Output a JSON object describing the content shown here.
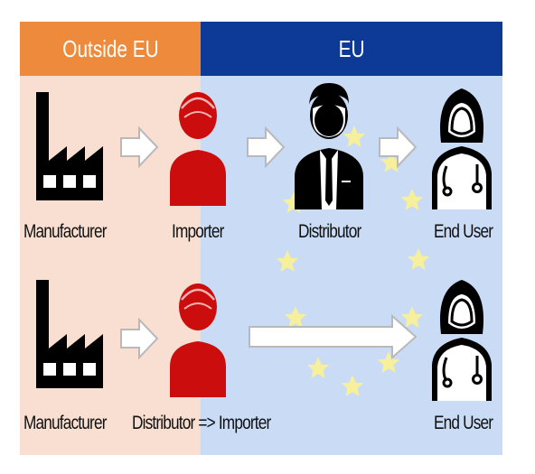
{
  "header": {
    "outside_label": "Outside EU",
    "eu_label": "EU"
  },
  "colors": {
    "outside_header": "#ee8a3c",
    "eu_header": "#0d3a96",
    "outside_bg": "#f8dfd1",
    "eu_bg": "#c9dbf5",
    "importer_red": "#cc0d0d",
    "star_yellow": "#f6ef9c"
  },
  "rows": [
    {
      "manufacturer_label": "Manufacturer",
      "importer_label": "Importer",
      "distributor_label": "Distributor",
      "end_user_label": "End User"
    },
    {
      "manufacturer_label": "Manufacturer",
      "importer_label": "Distributor => Importer",
      "end_user_label": "End User"
    }
  ]
}
